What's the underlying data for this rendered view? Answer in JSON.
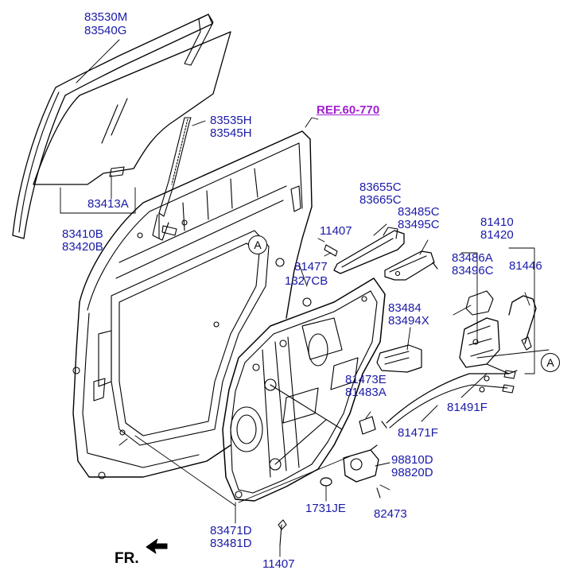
{
  "labels": {
    "glass_run": [
      "83530M",
      "83540G"
    ],
    "channel": [
      "83535H",
      "83545H"
    ],
    "glass_holder": "83413A",
    "door_glass": [
      "83410B",
      "83420B"
    ],
    "reference": "REF.60-770",
    "handle_outer": [
      "83655C",
      "83665C"
    ],
    "handle_bracket": [
      "83485C",
      "83495C"
    ],
    "bolt_upper": "11407",
    "bolt_a": "81477",
    "nut": "1327CB",
    "latch": [
      "81410",
      "81420"
    ],
    "latch_cover": [
      "83486A",
      "83496C"
    ],
    "latch_rod": "81446",
    "inner_handle": [
      "83484",
      "83494X"
    ],
    "cable_bracket": [
      "81473E",
      "81483A"
    ],
    "cable_remote": "81491F",
    "cable_inner": "81471F",
    "motor": [
      "98810D",
      "98820D"
    ],
    "grommet": "1731JE",
    "screw": "82473",
    "module_panel": [
      "83471D",
      "83481D"
    ],
    "bolt_lower": "11407",
    "front_marker": "FR.",
    "callout_left": "A",
    "callout_right": "A"
  },
  "colors": {
    "label_text": "#1a1aa8",
    "reference_text": "#a020d0",
    "line_art": "#000000"
  },
  "icons": {
    "front_arrow": "arrow-left-down-icon"
  }
}
